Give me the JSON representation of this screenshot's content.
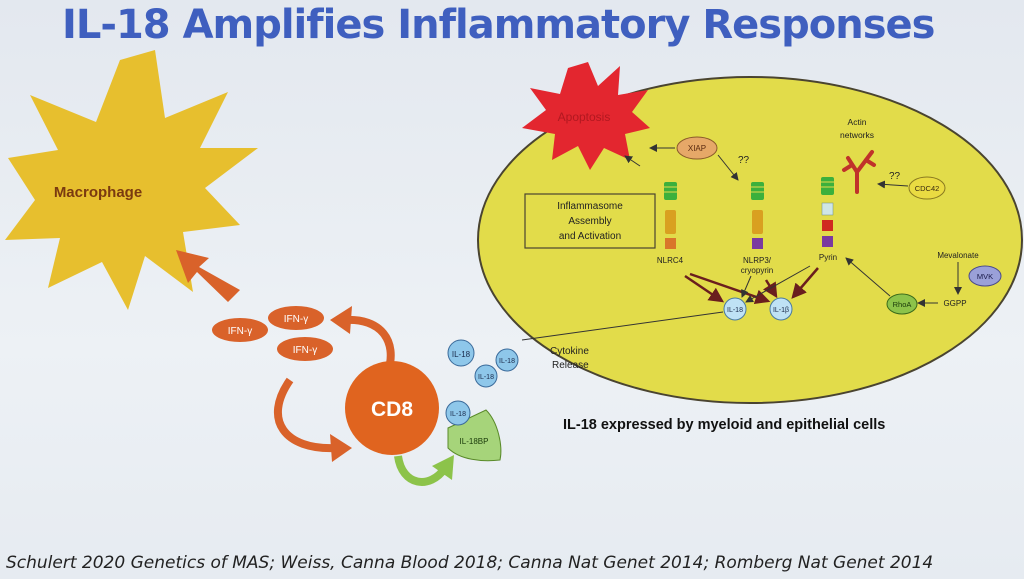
{
  "title": "IL-18 Amplifies Inflammatory Responses",
  "cells": {
    "macrophage": "Macrophage",
    "cd8": "CD8"
  },
  "cytokines": {
    "ifn": "IFN-γ",
    "il18": "IL-18",
    "il18bp": "IL-18BP",
    "il1b": "IL-1β"
  },
  "cell_detail": {
    "apoptosis": "Apoptosis",
    "xiap": "XIAP",
    "unknown": "??",
    "actin": [
      "Actin",
      "networks"
    ],
    "cdc42": "CDC42",
    "inflammasome": [
      "Inflammasome",
      "Assembly",
      "and Activation"
    ],
    "nlrc4": "NLRC4",
    "nlrp3": [
      "NLRP3/",
      "cryopyrin"
    ],
    "pyrin": "Pyrin",
    "mevalonate": "Mevalonate",
    "mvk": "MVK",
    "ggpp": "GGPP",
    "rhoa": "RhoA",
    "cytokine_release": [
      "Cytokine",
      "Release"
    ]
  },
  "caption": "IL-18 expressed by myeloid and epithelial cells",
  "citation": "Schulert 2020 Genetics of MAS; Weiss, Canna Blood 2018; Canna Nat Genet 2014; Romberg Nat Genet 2014",
  "colors": {
    "title": "#3f5fbf",
    "macrophage": "#e7bf2e",
    "cell": "#e2dc4a",
    "cd8": "#e0641f",
    "apoptosis": "#e3262f",
    "il18": "#8ec7ea",
    "green": "#8cc34a"
  }
}
